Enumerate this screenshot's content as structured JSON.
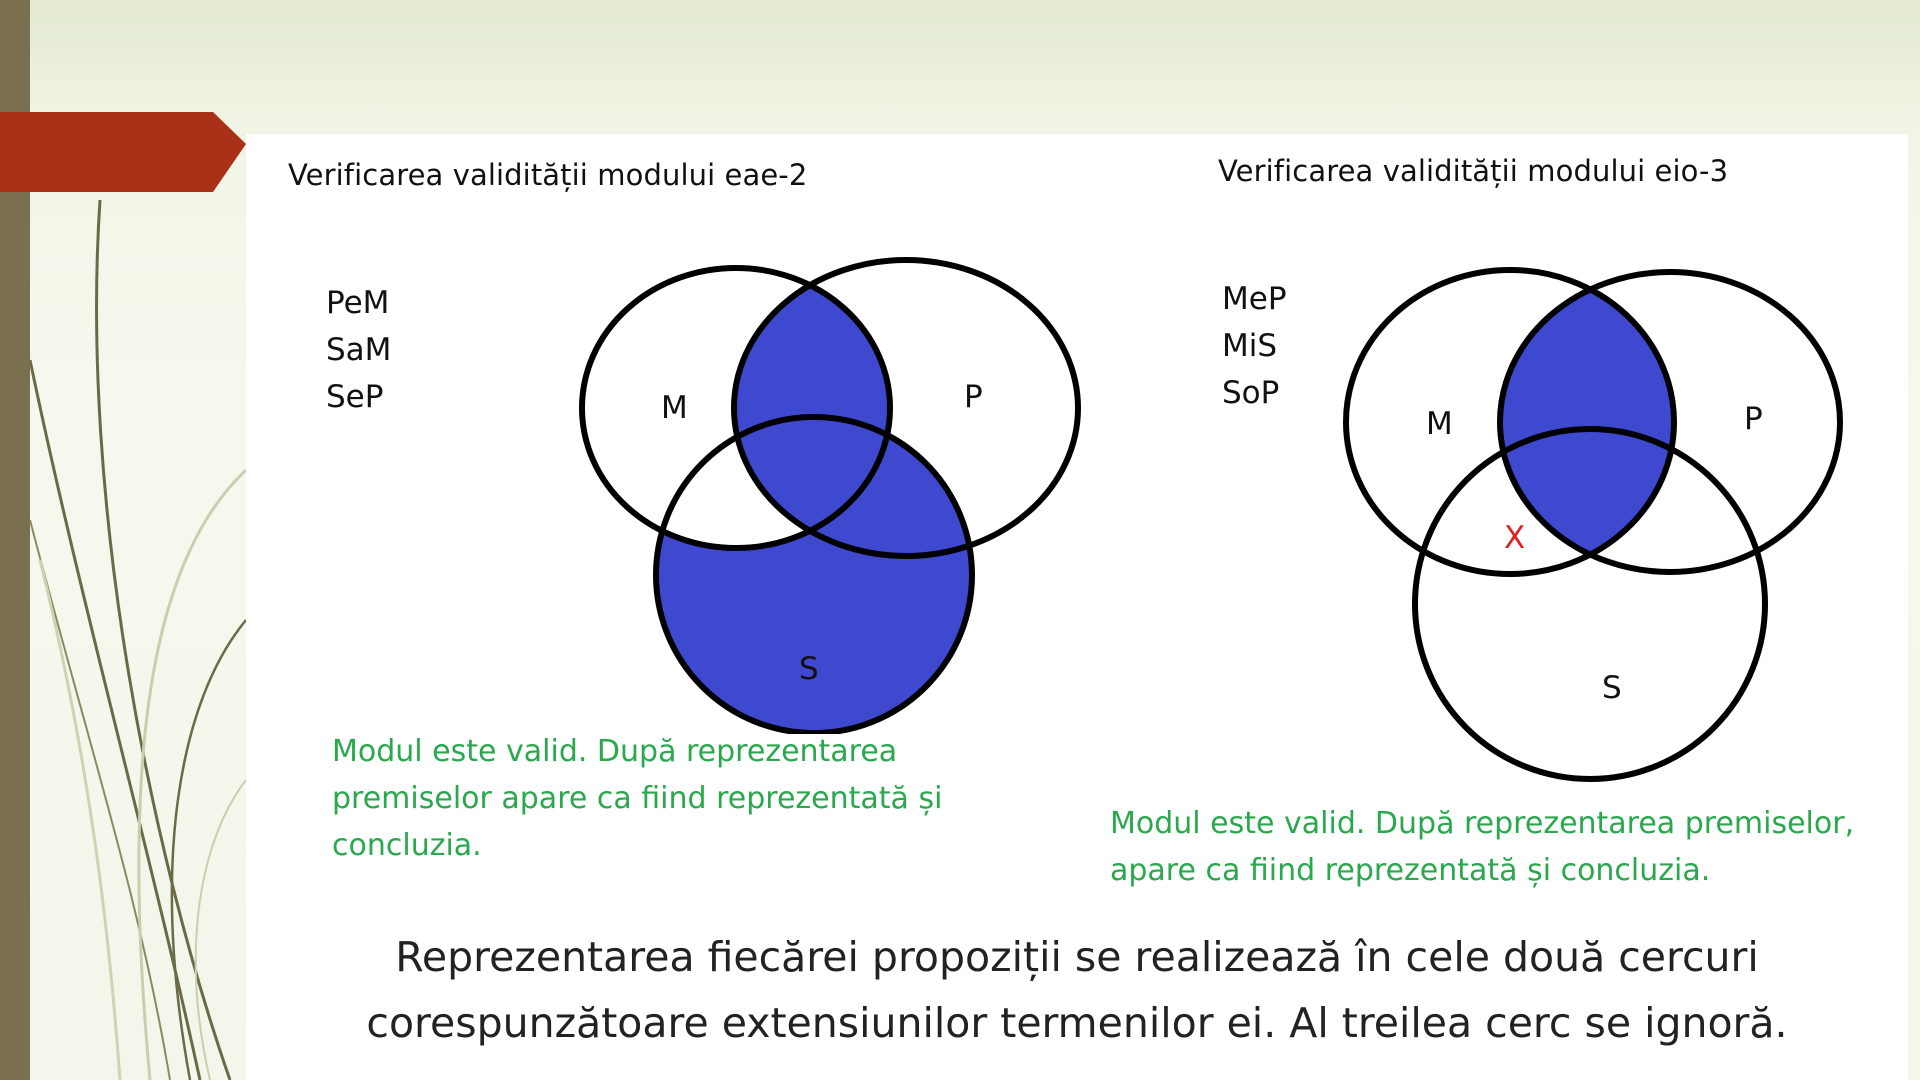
{
  "left": {
    "title": "Verificarea validității modului eae-2",
    "premises": [
      "PeM",
      "SaM",
      "SeP"
    ],
    "labels": {
      "m": "M",
      "p": "P",
      "s": "S"
    },
    "conclusion_lines": [
      "Modul este valid. După reprezentarea",
      "premiselor apare ca fiind reprezentată și",
      "concluzia."
    ]
  },
  "right": {
    "title": "Verificarea validității modului eio-3",
    "premises": [
      "MeP",
      "MiS",
      "SoP"
    ],
    "labels": {
      "m": "M",
      "p": "P",
      "s": "S"
    },
    "marker": "X",
    "conclusion_lines": [
      "Modul este valid. După reprezentarea premiselor,",
      "apare ca fiind reprezentată și concluzia."
    ]
  },
  "caption_lines": [
    "Reprezentarea fiecărei propoziții se realizează în cele două cercuri",
    "corespunzătoare extensiunilor termenilor ei. Al treilea cerc se ignoră."
  ],
  "colors": {
    "shade": "#3f49d0",
    "valid_text": "#2aa84d",
    "marker": "#e02020",
    "banner": "#a83117",
    "accent_bar": "#7a7050"
  }
}
